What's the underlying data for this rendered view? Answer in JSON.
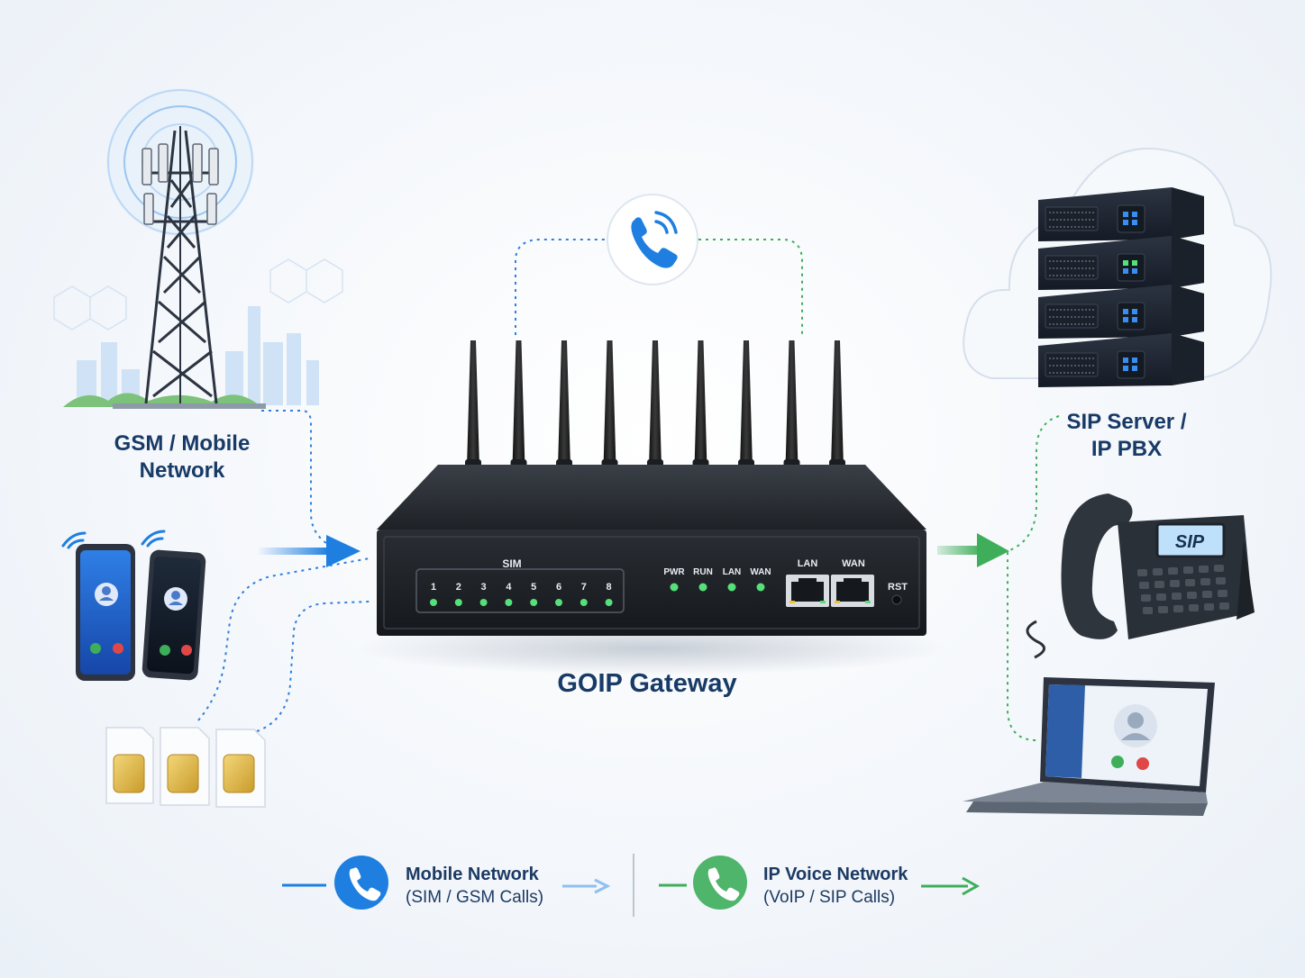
{
  "labels": {
    "gsm_line1": "GSM / Mobile",
    "gsm_line2": "Network",
    "sip_line1": "SIP Server /",
    "sip_line2": "IP PBX",
    "gateway": "GOIP Gateway"
  },
  "device": {
    "sim_header": "SIM",
    "sim_slots": [
      "1",
      "2",
      "3",
      "4",
      "5",
      "6",
      "7",
      "8"
    ],
    "status_leds": [
      "PWR",
      "RUN",
      "LAN",
      "WAN"
    ],
    "port_lan": "LAN",
    "port_wan": "WAN",
    "reset": "RST",
    "antenna_count": 9
  },
  "desk_phone": {
    "screen_text": "SIP"
  },
  "legend": {
    "mobile_title": "Mobile Network",
    "mobile_sub": "(SIM / GSM Calls)",
    "ip_title": "IP Voice Network",
    "ip_sub": "(VoIP / SIP Calls)"
  },
  "colors": {
    "mobile_blue": "#1e7fe0",
    "voip_green": "#3fae5a",
    "label_navy": "#183a66",
    "device_body": "#23272d",
    "led_green": "#56e07a"
  }
}
